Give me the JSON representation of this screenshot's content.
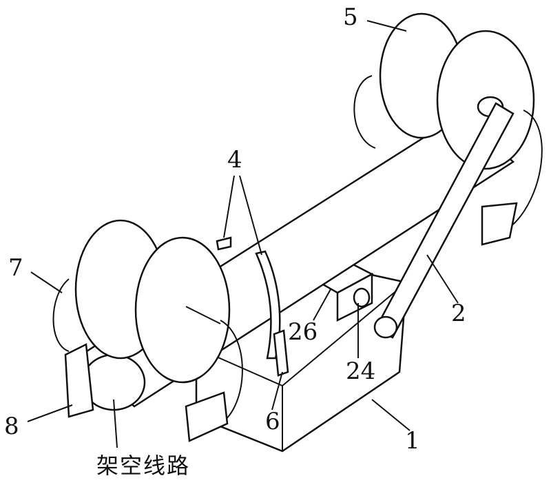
{
  "diagram": {
    "labels": {
      "part_5": "5",
      "part_4": "4",
      "part_7": "7",
      "part_2": "2",
      "part_26": "26",
      "part_24": "24",
      "part_8": "8",
      "part_6": "6",
      "part_1": "1",
      "overhead_line": "架空线路"
    }
  }
}
